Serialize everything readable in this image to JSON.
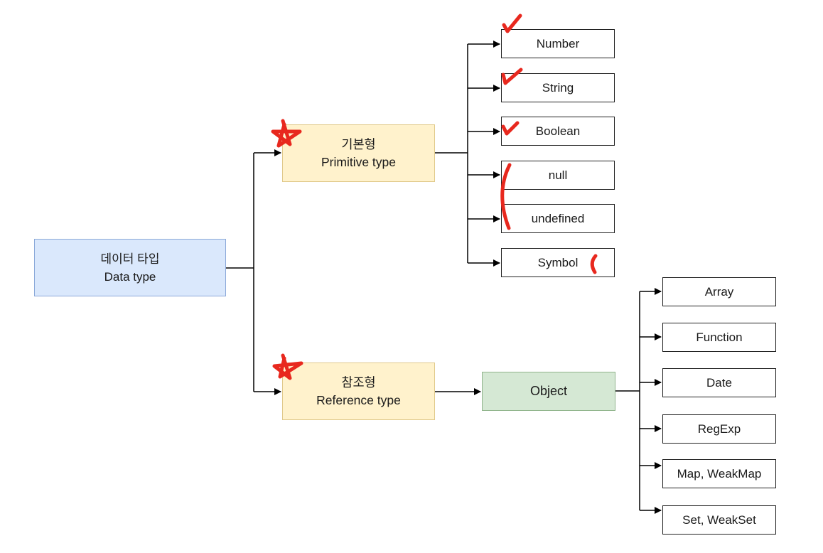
{
  "root": {
    "ko": "데이터 타입",
    "en": "Data type"
  },
  "primitive": {
    "ko": "기본형",
    "en": "Primitive type"
  },
  "reference": {
    "ko": "참조형",
    "en": "Reference type"
  },
  "object": {
    "label": "Object"
  },
  "primitive_types": [
    "Number",
    "String",
    "Boolean",
    "null",
    "undefined",
    "Symbol"
  ],
  "reference_types": [
    "Array",
    "Function",
    "Date",
    "RegExp",
    "Map, WeakMap",
    "Set, WeakSet"
  ],
  "annotation_color": "#e8281e",
  "colors": {
    "root_fill": "#dae8fc",
    "category_fill": "#fff2cc",
    "object_fill": "#d5e8d4",
    "leaf_fill": "#ffffff",
    "line": "#000000"
  },
  "annotations": {
    "stars": [
      "primitive-node",
      "reference-node"
    ],
    "checkmarks": [
      "Number",
      "String",
      "Boolean"
    ],
    "brackets": [
      "null",
      "undefined",
      "Symbol"
    ]
  }
}
